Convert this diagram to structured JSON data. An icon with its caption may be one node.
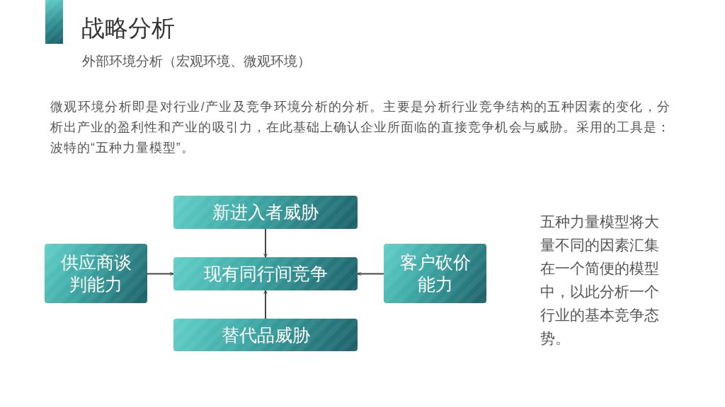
{
  "diagram": {
    "title": "战略分析",
    "nodes": [
      {
        "text": [
          "新进入者威胁"
        ]
      },
      {
        "text": [
          "供应商谈判能力"
        ]
      },
      {
        "text": [
          "现有同行间竞争"
        ]
      },
      {
        "text": [
          "客户砍价能力"
        ]
      },
      {
        "text": [
          "替代品威胁"
        ]
      }
    ],
    "edges": [
      {
        "from": 0,
        "to": 2,
        "arrow": "to"
      },
      {
        "from": 1,
        "to": 2,
        "arrow": "to"
      },
      {
        "from": 3,
        "to": 2,
        "arrow": "to"
      },
      {
        "from": 4,
        "to": 2,
        "arrow": "to"
      }
    ],
    "labels": [
      "外部环境分析（宏观环境、微观环境）",
      "微观环境分析即是对行业/产业及竞争环境分析的分析。主要是分析行业竞争结构的五种因素的变化，分析出产业的盈利性和产业的吸引力，在此基础上确认企业所面临的直接竞争机会与威胁。采用的工具是：波特的“五种力量模型”。",
      "五种力量模型将大量不同的因素汇集在一个简便的模型中，以此分析一个行业的基本竞争态势。"
    ]
  }
}
